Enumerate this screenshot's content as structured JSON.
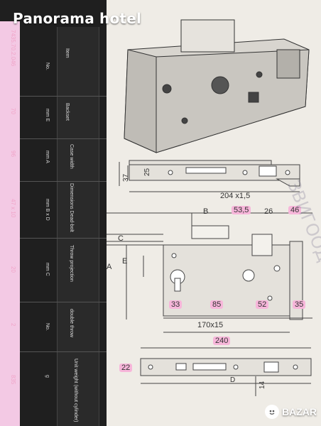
{
  "title": "Panorama hotel",
  "table": {
    "headers": [
      "Item",
      "Backset",
      "Case width",
      "Dimensions Dead-bolt",
      "Throw projection",
      "double throw",
      "Unit weight (without cylinder)"
    ],
    "subheaders": [
      "No.",
      "mm E",
      "mm A",
      "mm B x D",
      "mm C",
      "No.",
      "g"
    ],
    "values": [
      "7435.70.2.046",
      "70",
      "96",
      "47 x 10",
      "20",
      "2",
      "835"
    ]
  },
  "drawing": {
    "dim_37": "37",
    "dim_25": "25",
    "dim_204": "204 x1,5",
    "dim_B": "B",
    "dim_53": "53,5",
    "dim_26": "26",
    "dim_46": "46",
    "dim_C": "C",
    "dim_E": "E",
    "dim_A": "A",
    "dim_33": "33",
    "dim_85": "85",
    "dim_52": "52",
    "dim_35": "35",
    "dim_170": "170x15",
    "dim_240": "240",
    "dim_22": "22",
    "dim_D": "D",
    "dim_14": "14"
  },
  "watermark": "ЗВИГООД ing.com",
  "brand": {
    "name": "BAZAR"
  },
  "colors": {
    "highlight": "#f7b6da",
    "table_bg": "#1f1f1f",
    "paper": "#efece6"
  }
}
